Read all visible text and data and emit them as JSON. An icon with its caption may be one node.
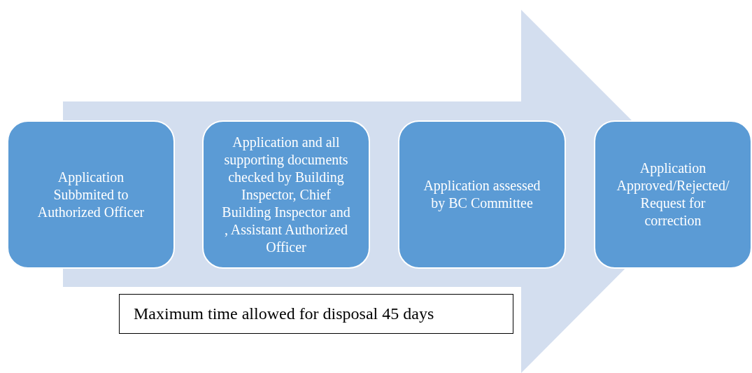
{
  "diagram": {
    "nodes": [
      {
        "text": [
          "Application Subbmited to Authorized Officer"
        ]
      },
      {
        "text": [
          "Application and all supporting documents checked by Building Inspector, Chief Building Inspector and , Assistant Authorized Officer"
        ]
      },
      {
        "text": [
          "Application assessed by BC Committee"
        ]
      },
      {
        "text": [
          "Application Approved/Rejected/ Request for correction"
        ]
      },
      {
        "text": [
          "Maximum time allowed for disposal 45 days"
        ]
      }
    ],
    "edges": [
      {
        "from": 0,
        "to": 3,
        "arrow": "to"
      }
    ]
  }
}
